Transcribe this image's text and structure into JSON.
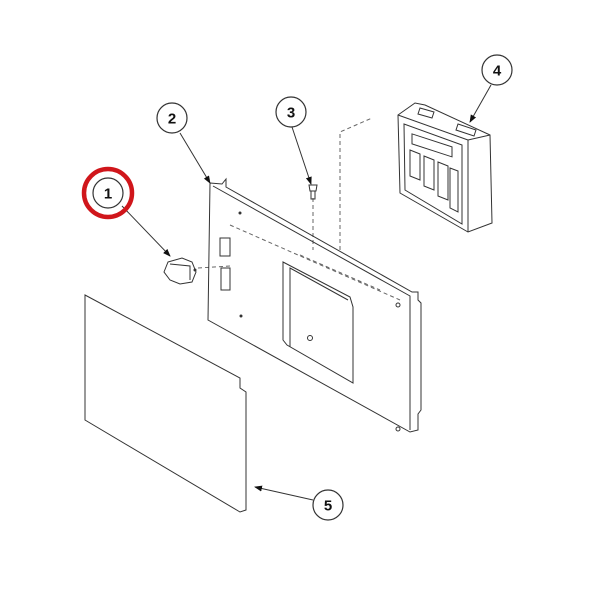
{
  "diagram": {
    "type": "exploded-parts-view",
    "callouts": [
      {
        "id": "1",
        "label": "1",
        "highlighted": true
      },
      {
        "id": "2",
        "label": "2"
      },
      {
        "id": "3",
        "label": "3"
      },
      {
        "id": "4",
        "label": "4"
      },
      {
        "id": "5",
        "label": "5"
      }
    ],
    "highlight_color": "#d0161b",
    "line_color": "#333333"
  }
}
